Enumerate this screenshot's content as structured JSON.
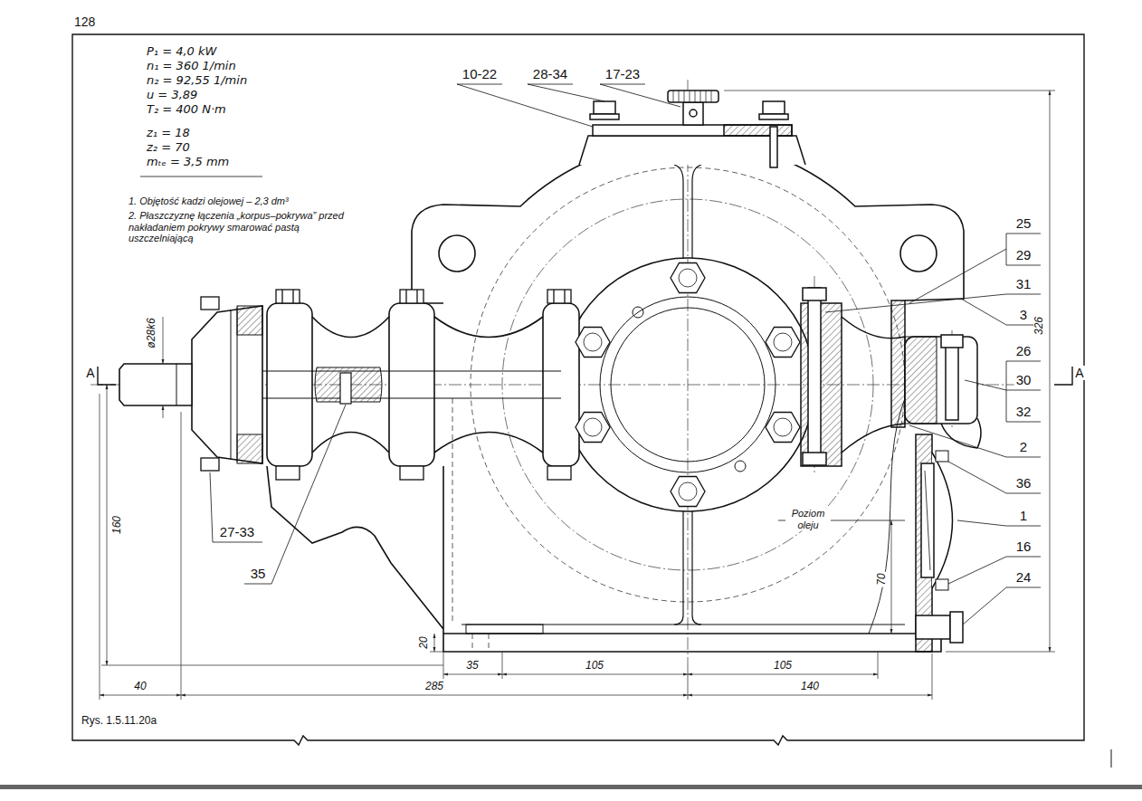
{
  "diagram": {
    "caption": "Rys. 1.5.11.20a",
    "labels": [
      "128",
      "P₁ = 4,0 kW",
      "n₁ = 360 1/min",
      "n₂ = 92,55 1/min",
      "u = 3,89",
      "T₂ = 400 N·m",
      "z₁ = 18",
      "z₂ = 70",
      "mₜₑ = 3,5 mm",
      "1. Objętość kadzi olejowej – 2,3 dm³",
      "2. Płaszczyznę łączenia „korpus–pokrywa” przed nakładaniem pokrywy smarować pastą uszczelniającą",
      "10-22",
      "28-34",
      "17-23",
      "25",
      "29",
      "31",
      "3",
      "26",
      "30",
      "32",
      "2",
      "36",
      "1",
      "16",
      "24",
      "27-33",
      "35",
      "Poziom oleju",
      "A",
      "A",
      "ø28k6",
      "160",
      "20",
      "70",
      "326",
      "35",
      "105",
      "105",
      "40",
      "285",
      "140"
    ]
  }
}
